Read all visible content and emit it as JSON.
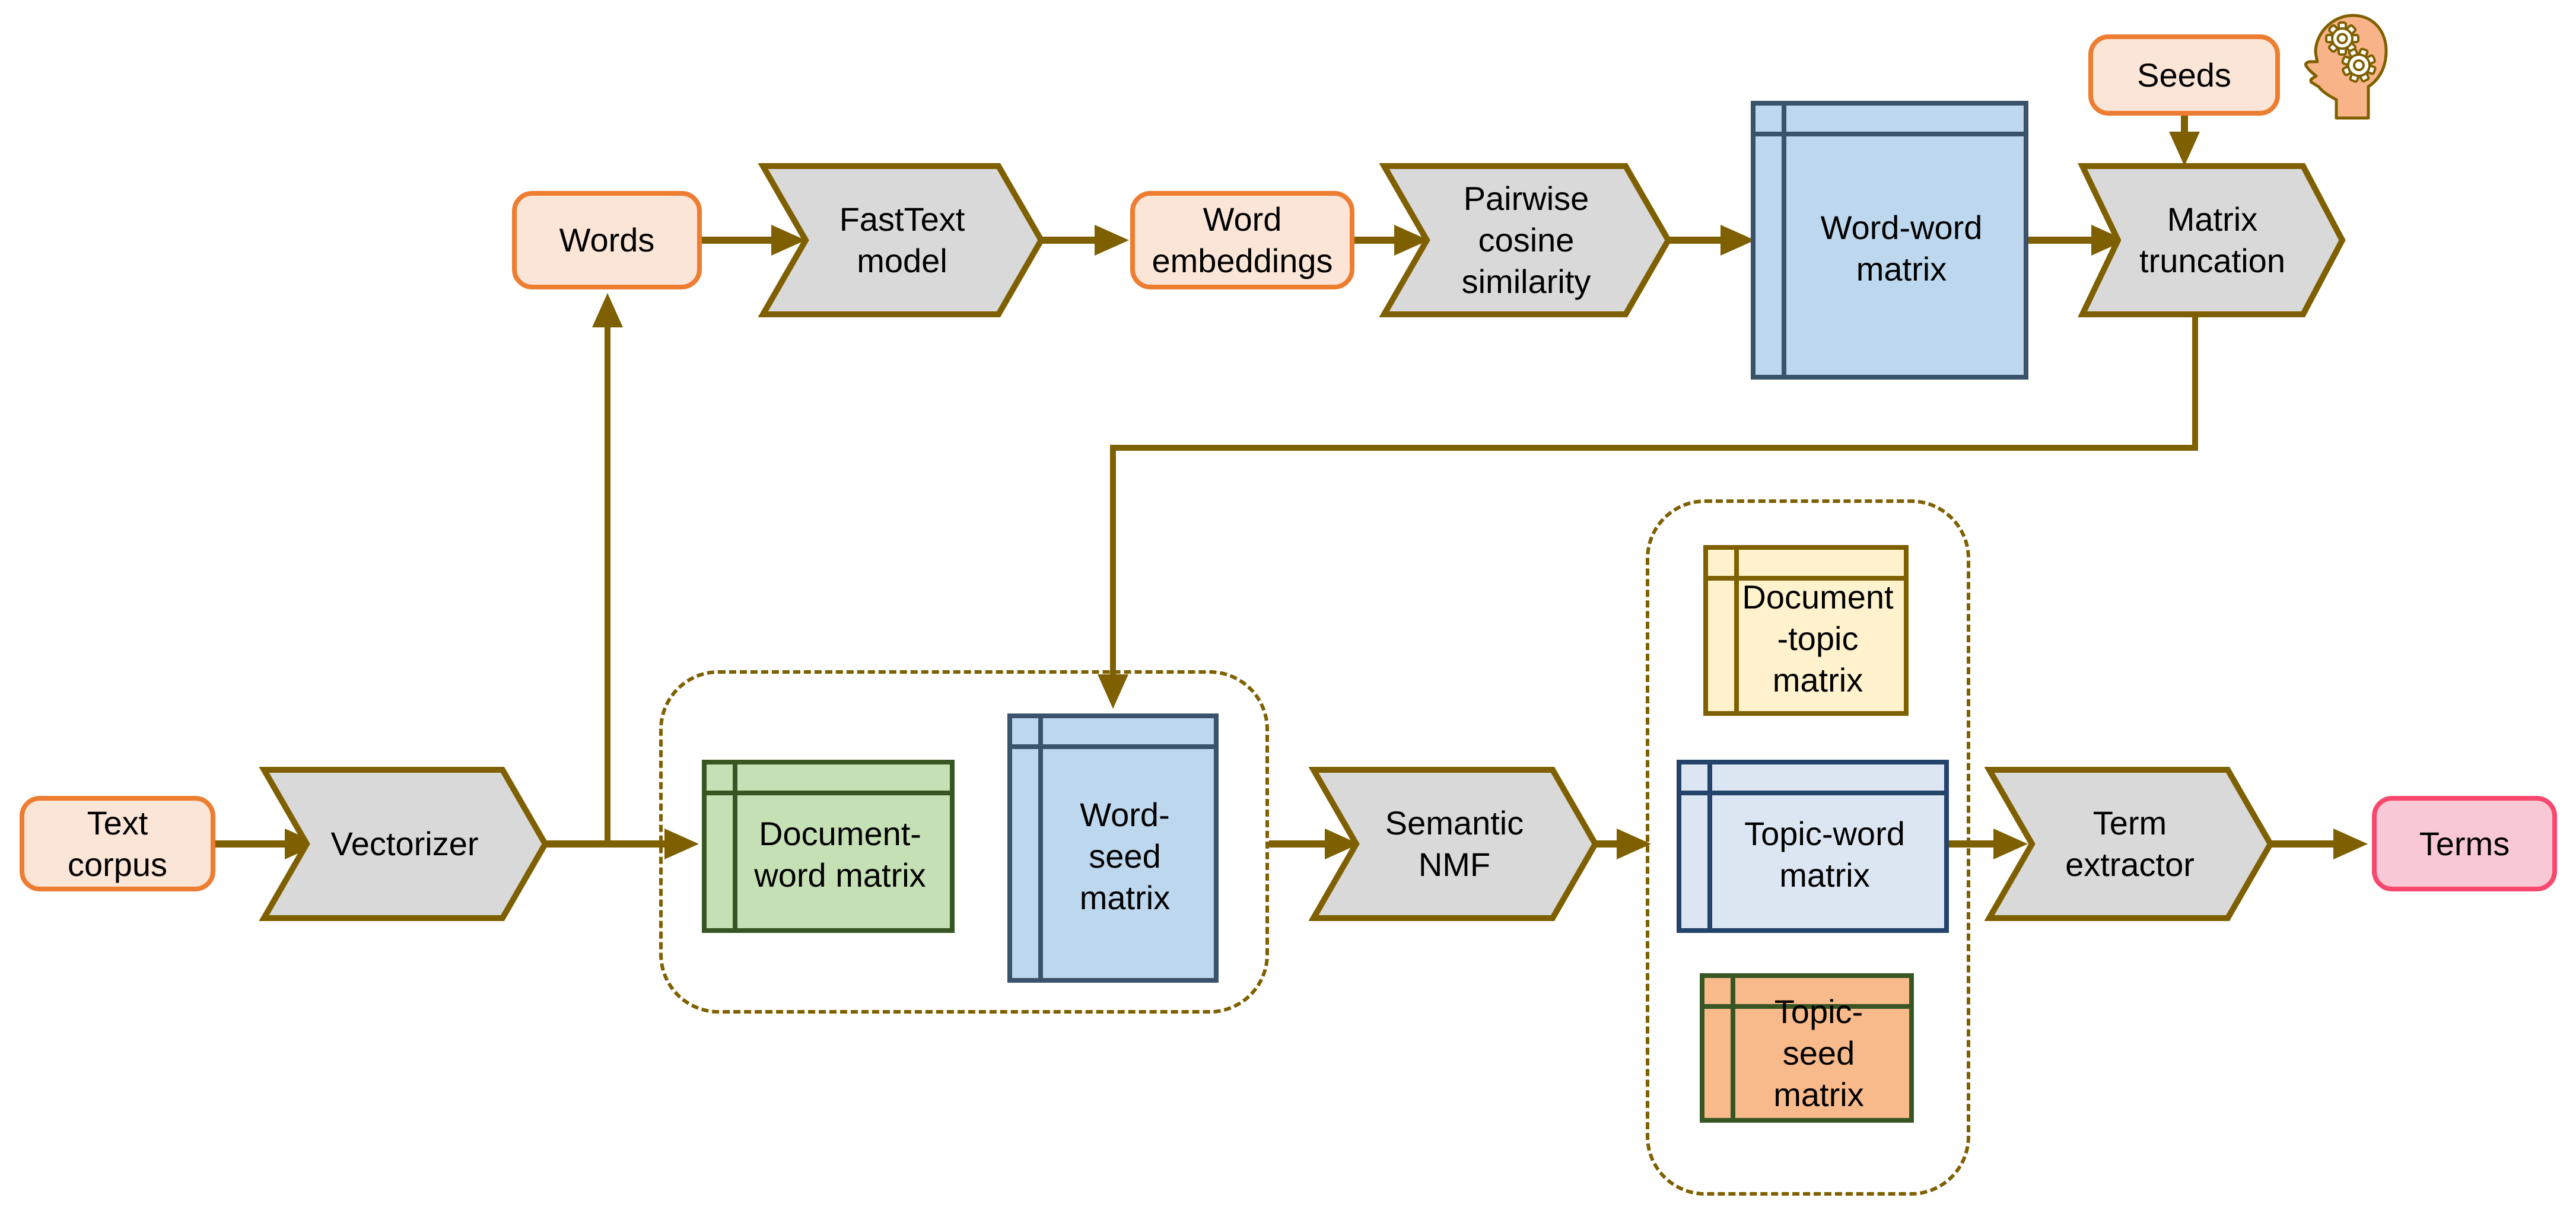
{
  "diagram": "topic-modeling-pipeline-flowchart",
  "nodes": {
    "words": {
      "lines": [
        "Words"
      ]
    },
    "fasttext_model": {
      "lines": [
        "FastText",
        "model"
      ]
    },
    "word_embeddings": {
      "lines": [
        "Word",
        "embeddings"
      ]
    },
    "pairwise_cosine_similarity": {
      "lines": [
        "Pairwise",
        "cosine",
        "similarity"
      ]
    },
    "word_word_matrix": {
      "lines": [
        "Word-word",
        "matrix"
      ]
    },
    "matrix_truncation": {
      "lines": [
        "Matrix",
        "truncation"
      ]
    },
    "seeds": {
      "lines": [
        "Seeds"
      ]
    },
    "text_corpus": {
      "lines": [
        "Text",
        "corpus"
      ]
    },
    "vectorizer": {
      "lines": [
        "Vectorizer"
      ]
    },
    "document_word_matrix": {
      "lines": [
        "Document-",
        "word matrix"
      ]
    },
    "word_seed_matrix": {
      "lines": [
        "Word-",
        "seed",
        "matrix"
      ]
    },
    "semantic_nmf": {
      "lines": [
        "Semantic",
        "NMF"
      ]
    },
    "document_topic_matrix": {
      "lines": [
        "Document",
        "-topic",
        "matrix"
      ]
    },
    "topic_word_matrix": {
      "lines": [
        "Topic-word",
        "matrix"
      ]
    },
    "topic_seed_matrix": {
      "lines": [
        "Topic-",
        "seed",
        "matrix"
      ]
    },
    "term_extractor": {
      "lines": [
        "Term",
        "extractor"
      ]
    },
    "terms": {
      "lines": [
        "Terms"
      ]
    }
  },
  "icons": {
    "human_input": "head-with-gears-icon"
  },
  "colors": {
    "line": "#7F6000",
    "process-fill": "#D9D9D9",
    "io-fill": "#FBE5D6",
    "io-border": "#ED7D31",
    "blue-fill": "#BDD7EE",
    "blue-border": "#3A536B",
    "lightblue-fill": "#DCE6F2",
    "lightblue-border": "#24436B",
    "green-fill": "#C5E0B4",
    "green-border": "#375623",
    "yellow-fill": "#FFF2CC",
    "yellow-border": "#7F6000",
    "orange-fill": "#F9BA8B",
    "pink-fill": "#F8C8D6",
    "pink-border": "#F8486D",
    "head-fill": "#F8B488"
  }
}
